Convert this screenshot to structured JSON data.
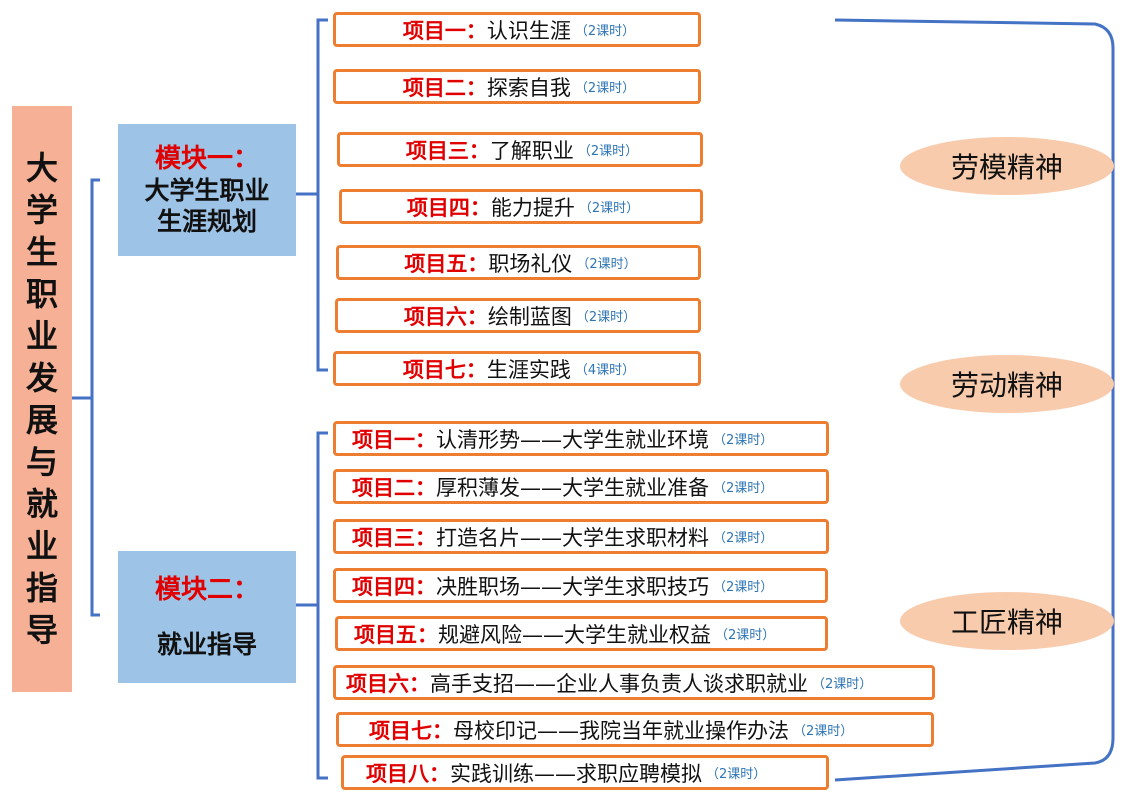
{
  "root": {
    "title": "大学生职业发展与就业指导"
  },
  "modules": [
    {
      "title": "模块一：",
      "name_lines": [
        "大学生职业",
        "生涯规划"
      ],
      "items": [
        {
          "label": "项目一：",
          "name": "认识生涯",
          "hours": "（2课时）"
        },
        {
          "label": "项目二：",
          "name": "探索自我",
          "hours": "（2课时）"
        },
        {
          "label": "项目三：",
          "name": "了解职业",
          "hours": "（2课时）"
        },
        {
          "label": "项目四：",
          "name": "能力提升",
          "hours": "（2课时）"
        },
        {
          "label": "项目五：",
          "name": "职场礼仪",
          "hours": "（2课时）"
        },
        {
          "label": "项目六：",
          "name": "绘制蓝图",
          "hours": "（2课时）"
        },
        {
          "label": "项目七：",
          "name": "生涯实践",
          "hours": "（4课时）"
        }
      ]
    },
    {
      "title": "模块二：",
      "name_lines": [
        "就业指导"
      ],
      "items": [
        {
          "label": "项目一：",
          "name": "认清形势——大学生就业环境",
          "hours": "（2课时）"
        },
        {
          "label": "项目二：",
          "name": "厚积薄发——大学生就业准备",
          "hours": "（2课时）"
        },
        {
          "label": "项目三：",
          "name": "打造名片——大学生求职材料",
          "hours": "（2课时）"
        },
        {
          "label": "项目四：",
          "name": "决胜职场——大学生求职技巧",
          "hours": "（2课时）"
        },
        {
          "label": "项目五：",
          "name": "规避风险——大学生就业权益",
          "hours": "（2课时）"
        },
        {
          "label": "项目六：",
          "name": "高手支招——企业人事负责人谈求职就业",
          "hours": "（2课时）"
        },
        {
          "label": "项目七：",
          "name": "母校印记——我院当年就业操作办法",
          "hours": "（2课时）"
        },
        {
          "label": "项目八：",
          "name": "实践训练——求职应聘模拟",
          "hours": "（2课时）"
        }
      ]
    }
  ],
  "spirits": [
    "劳模精神",
    "劳动精神",
    "工匠精神"
  ],
  "colors": {
    "root_bg": "#f5b096",
    "module_bg": "#9dc3e6",
    "item_border": "#ed7d31",
    "label_red": "#e00000",
    "hours_blue": "#2e75b6",
    "bracket_blue": "#4472c4",
    "spirit_bg": "#f8cbad"
  }
}
